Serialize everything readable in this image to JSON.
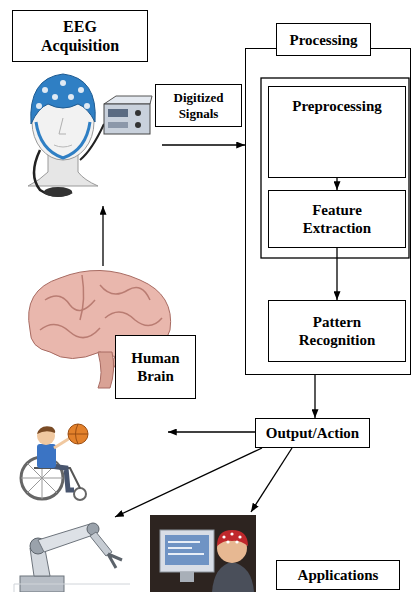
{
  "diagram": {
    "nodes": [
      {
        "text": [
          "EEG Acquisition"
        ]
      },
      {
        "text": [
          "Digitized Signals"
        ]
      },
      {
        "text": [
          "Processing"
        ]
      },
      {
        "text": [
          "Preprocessing"
        ],
        "in": 2
      },
      {
        "text": [
          "Feature Extraction"
        ],
        "in": 2
      },
      {
        "text": [
          "Pattern Recognition"
        ],
        "in": 2
      },
      {
        "text": [
          "Human Brain"
        ]
      },
      {
        "text": [
          "Output/Action"
        ]
      },
      {
        "text": [
          "Applications"
        ]
      }
    ],
    "edges": [
      {
        "from": 6,
        "to": 0,
        "arrow": "to"
      },
      {
        "from": 0,
        "to": 2,
        "arrow": "to"
      },
      {
        "from": 3,
        "to": 4,
        "arrow": "to"
      },
      {
        "from": 4,
        "to": 5,
        "arrow": "to"
      },
      {
        "from": 2,
        "to": 7,
        "arrow": "to"
      }
    ]
  }
}
